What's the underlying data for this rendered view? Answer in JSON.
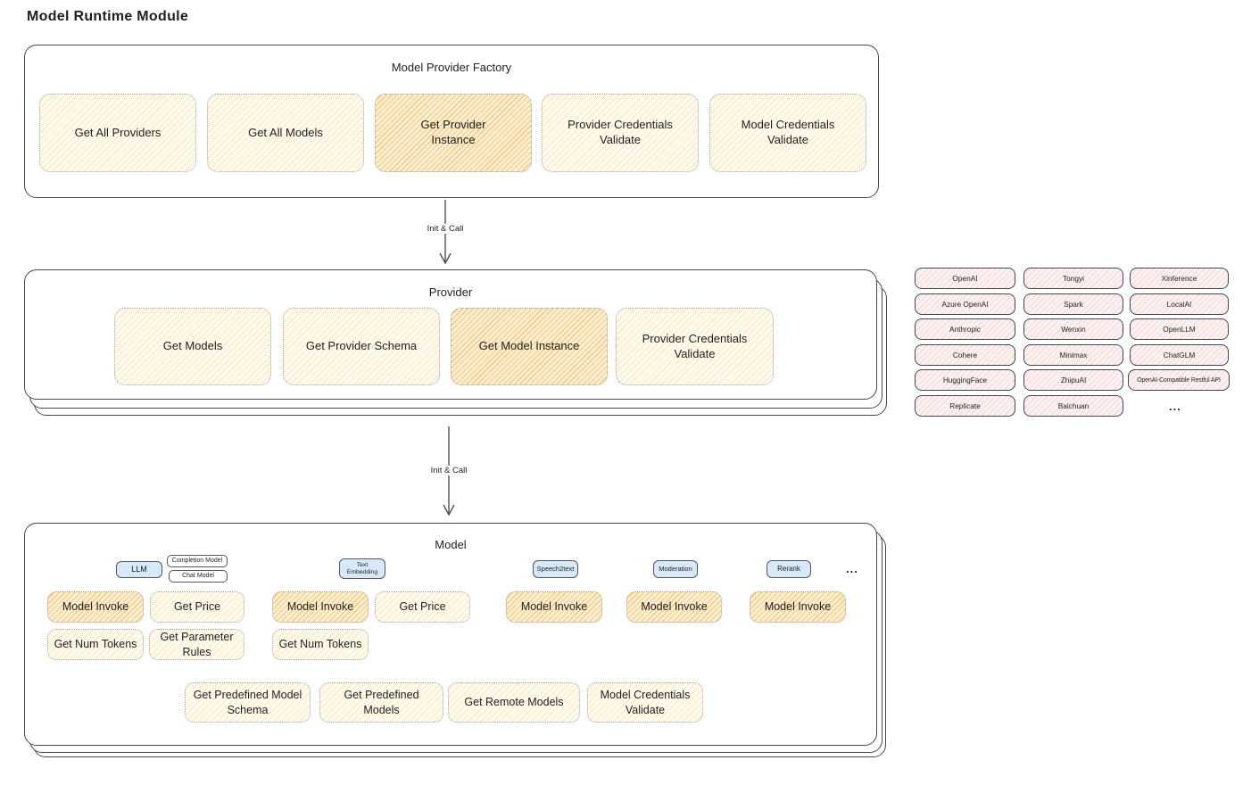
{
  "page": {
    "title": "Model Runtime Module"
  },
  "colors": {
    "stroke": "#43474c",
    "yellow_fill": "#fefbee",
    "yellow_hatch": "#ebc878",
    "highlight_fill": "#fdefd2",
    "highlight_hatch": "#e9a842",
    "pink_fill": "#fdf2f2",
    "pink_hatch": "#e6a0a0",
    "blue_tag_fill": "#d7e8f8"
  },
  "arrows": {
    "factory_to_provider": "Init & Call",
    "provider_to_model": "Init & Call"
  },
  "factory": {
    "title": "Model Provider Factory",
    "boxes": [
      {
        "label": "Get All Providers",
        "highlighted": false
      },
      {
        "label": "Get All Models",
        "highlighted": false
      },
      {
        "label": "Get Provider\nInstance",
        "highlighted": true
      },
      {
        "label": "Provider Credentials\nValidate",
        "highlighted": false
      },
      {
        "label": "Model Credentials\nValidate",
        "highlighted": false
      }
    ]
  },
  "provider": {
    "title": "Provider",
    "boxes": [
      {
        "label": "Get Models",
        "highlighted": false
      },
      {
        "label": "Get Provider Schema",
        "highlighted": false
      },
      {
        "label": "Get Model Instance",
        "highlighted": true
      },
      {
        "label": "Provider Credentials\nValidate",
        "highlighted": false
      }
    ]
  },
  "providers_grid": {
    "items": [
      "OpenAI",
      "Tongyi",
      "Xinference",
      "Azure OpenAI",
      "Spark",
      "LocalAI",
      "Anthropic",
      "Wenxin",
      "OpenLLM",
      "Cohere",
      "Minimax",
      "ChatGLM",
      "HuggingFace",
      "ZhipuAI",
      "OpenAI-Compatible Restful API",
      "Replicate",
      "Baichuan"
    ],
    "more": "..."
  },
  "model": {
    "title": "Model",
    "tags": {
      "llm": "LLM",
      "completion": "Completion Model",
      "chat": "Chat Model",
      "text_embedding": "Text\nEmbedding",
      "speech2text": "Speech2text",
      "moderation": "Moderation",
      "rerank": "Rerank",
      "more": "..."
    },
    "functions": {
      "llm": [
        {
          "label": "Model Invoke",
          "highlighted": true
        },
        {
          "label": "Get Price",
          "highlighted": false
        },
        {
          "label": "Get Num Tokens",
          "highlighted": false
        },
        {
          "label": "Get Parameter\nRules",
          "highlighted": false
        }
      ],
      "text_embedding": [
        {
          "label": "Model Invoke",
          "highlighted": true
        },
        {
          "label": "Get Price",
          "highlighted": false
        },
        {
          "label": "Get Num Tokens",
          "highlighted": false
        }
      ],
      "speech2text": [
        {
          "label": "Model Invoke",
          "highlighted": true
        }
      ],
      "moderation": [
        {
          "label": "Model Invoke",
          "highlighted": true
        }
      ],
      "rerank": [
        {
          "label": "Model Invoke",
          "highlighted": true
        }
      ]
    },
    "common": [
      {
        "label": "Get Predefined Model\nSchema"
      },
      {
        "label": "Get Predefined\nModels"
      },
      {
        "label": "Get Remote Models"
      },
      {
        "label": "Model Credentials\nValidate"
      }
    ]
  }
}
